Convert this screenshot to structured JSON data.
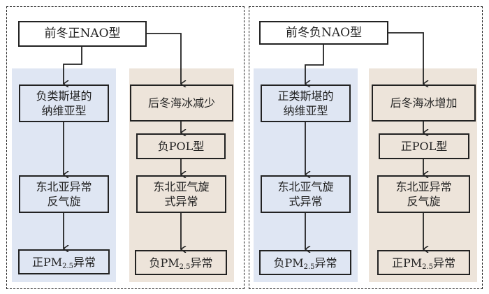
{
  "left_scenario": {
    "top": "前冬正NAO型",
    "blue_column": [
      "负类斯堪的\n纳维亚型",
      "东北亚异常\n反气旋"
    ],
    "blue_result": {
      "prefix": "正PM",
      "sub": "2.5",
      "suffix": "异常"
    },
    "beige_column": [
      "后冬海冰减少",
      "负POL型",
      "东北亚气旋\n式异常"
    ],
    "beige_result": {
      "prefix": "负PM",
      "sub": "2.5",
      "suffix": "异常"
    }
  },
  "right_scenario": {
    "top": "前冬负NAO型",
    "blue_column": [
      "正类斯堪的\n纳维亚型",
      "东北亚气旋\n式异常"
    ],
    "blue_result": {
      "prefix": "负PM",
      "sub": "2.5",
      "suffix": "异常"
    },
    "beige_column": [
      "后冬海冰增加",
      "正POL型",
      "东北亚异常\n反气旋"
    ],
    "beige_result": {
      "prefix": "正PM",
      "sub": "2.5",
      "suffix": "异常"
    }
  },
  "colors": {
    "blue_panel": "#dfe6f3",
    "beige_panel": "#ede4da",
    "line": "#222222"
  }
}
